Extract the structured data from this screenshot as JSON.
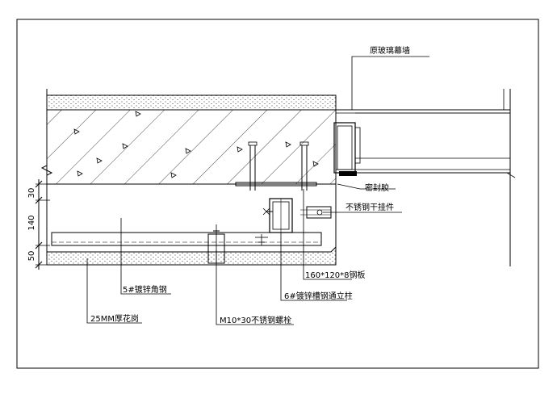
{
  "labels": {
    "curtain_wall": "原玻璃幕墙",
    "sealant": "密封胶",
    "hanger": "不锈钢干挂件",
    "plate": "160*120*8钢板",
    "channel_post": "6#镀锌槽钢通立柱",
    "angle_steel": "5#镀锌角钢",
    "granite": "25MM厚花岗",
    "bolt": "M10*30不锈钢螺栓"
  },
  "dimensions": [
    "30",
    "140",
    "50"
  ]
}
